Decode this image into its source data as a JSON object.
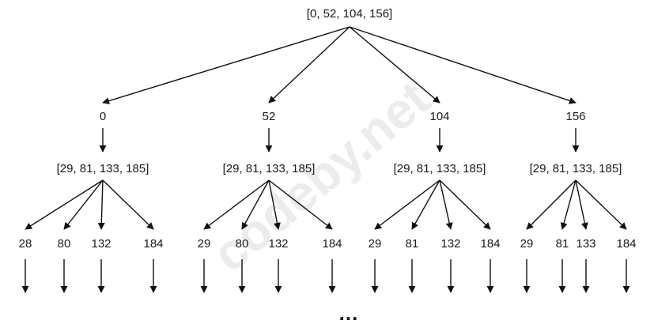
{
  "watermark": "codeby.net",
  "root_label": "[0, 52, 104, 156]",
  "level1": [
    {
      "value": "0",
      "list": "[29, 81, 133, 185]",
      "children": [
        "28",
        "80",
        "132",
        "184"
      ]
    },
    {
      "value": "52",
      "list": "[29, 81, 133, 185]",
      "children": [
        "29",
        "80",
        "132",
        "184"
      ]
    },
    {
      "value": "104",
      "list": "[29, 81, 133, 185]",
      "children": [
        "29",
        "81",
        "132",
        "184"
      ]
    },
    {
      "value": "156",
      "list": "[29, 81, 133, 185]",
      "children": [
        "29",
        "81",
        "133",
        "184"
      ]
    }
  ],
  "ellipsis": "..."
}
